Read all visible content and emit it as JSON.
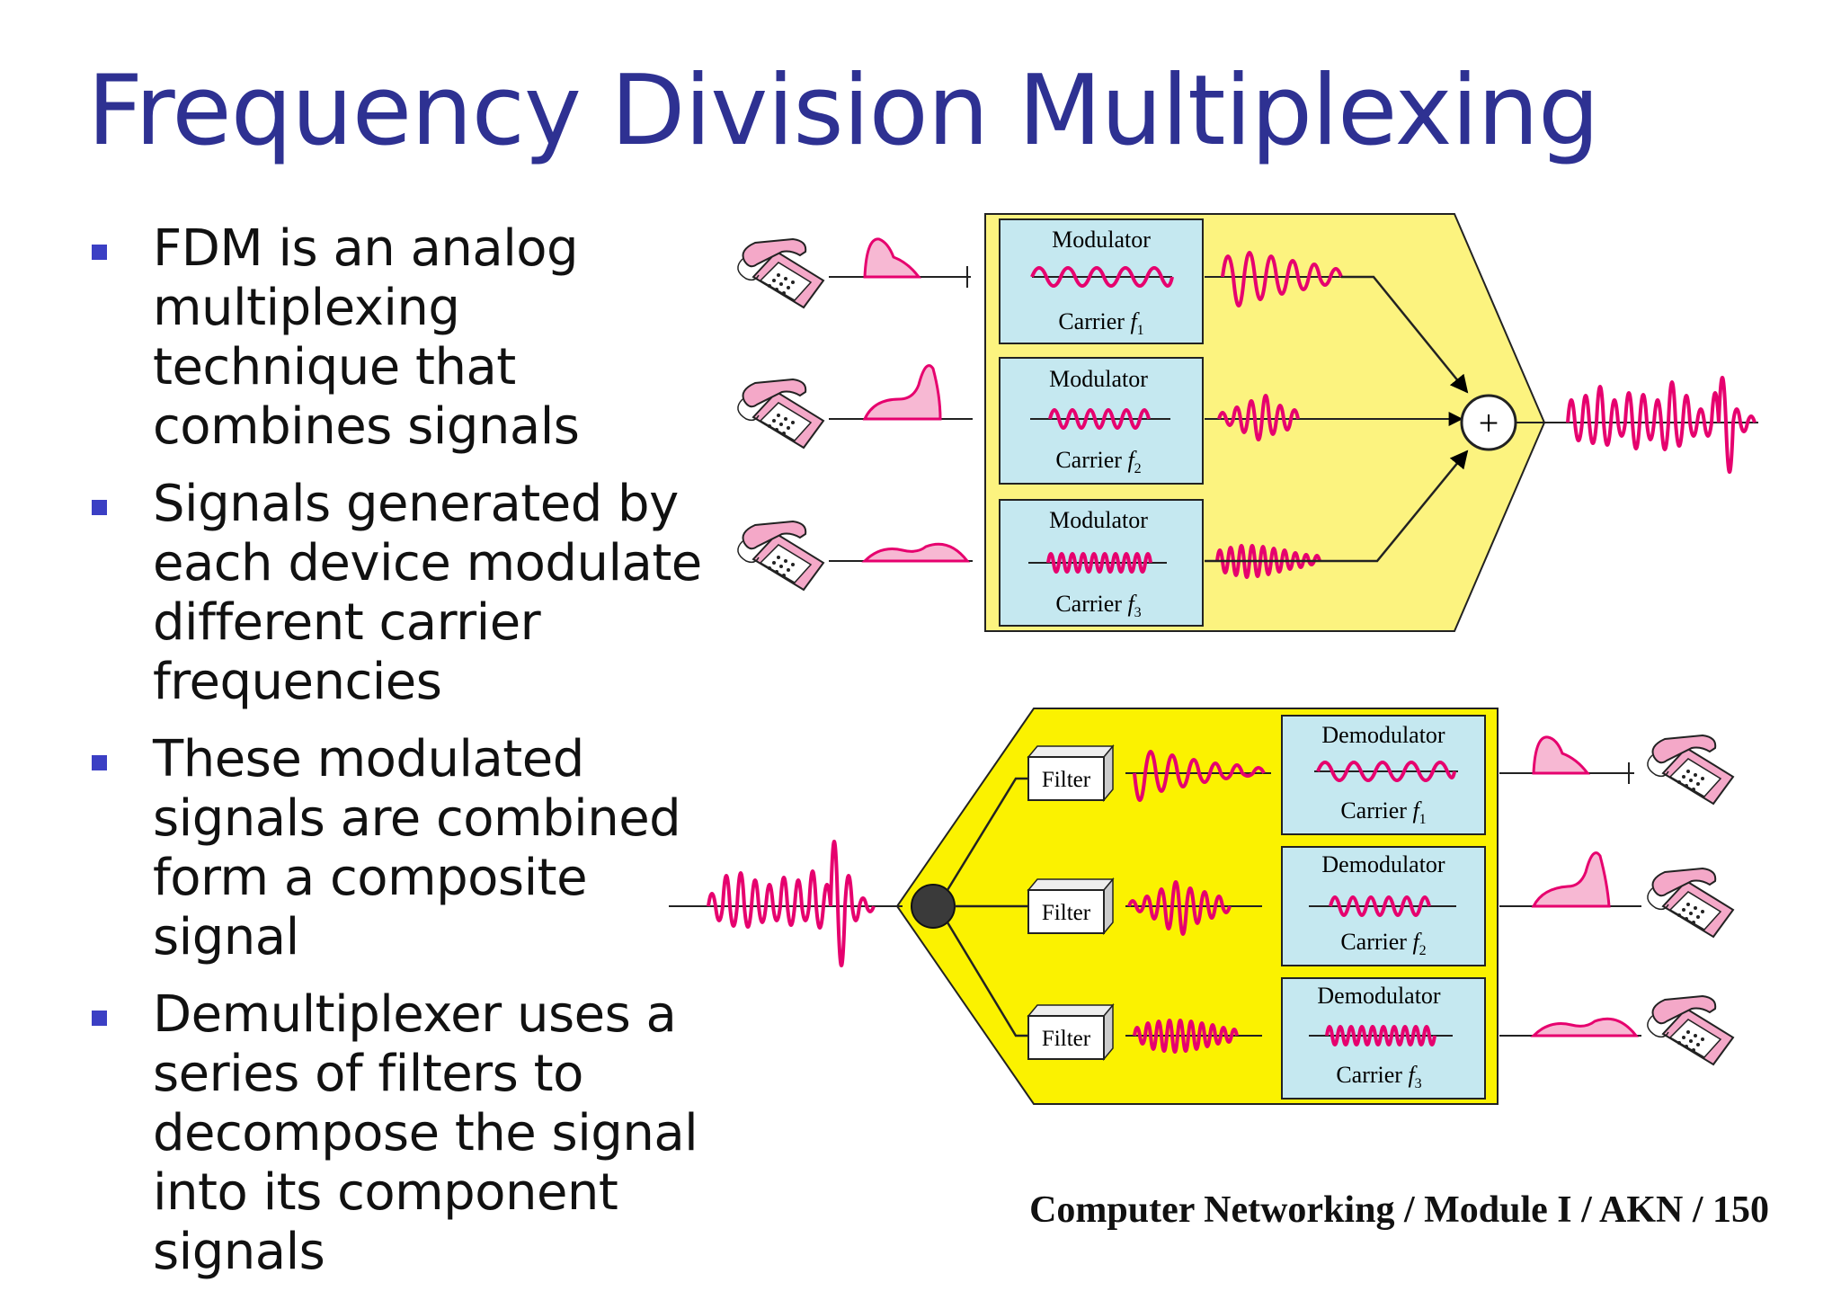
{
  "slide": {
    "title": "Frequency Division Multiplexing",
    "bullets": [
      "FDM is an analog multiplexing technique that combines signals",
      "Signals generated by each device modulate different carrier frequencies",
      "These modulated signals are combined form a composite signal",
      "Demultiplexer uses a series of filters to decompose the signal into its component signals"
    ],
    "footer": "Computer Networking / Module I / AKN / 150"
  },
  "diagram": {
    "colors": {
      "mux_body": "#fcf37f",
      "demux_body": "#fbf200",
      "box_fill": "#c5e8f0",
      "signal": "#e6006e",
      "signal_fill": "#f7b8d3",
      "phone": "#f4a8c8"
    },
    "multiplexer": {
      "modulators": [
        {
          "label": "Modulator",
          "carrier": "Carrier",
          "freq": "f",
          "sub": "1"
        },
        {
          "label": "Modulator",
          "carrier": "Carrier",
          "freq": "f",
          "sub": "2"
        },
        {
          "label": "Modulator",
          "carrier": "Carrier",
          "freq": "f",
          "sub": "3"
        }
      ],
      "adder_symbol": "+"
    },
    "demultiplexer": {
      "filters": [
        "Filter",
        "Filter",
        "Filter"
      ],
      "demodulators": [
        {
          "label": "Demodulator",
          "carrier": "Carrier",
          "freq": "f",
          "sub": "1"
        },
        {
          "label": "Demodulator",
          "carrier": "Carrier",
          "freq": "f",
          "sub": "2"
        },
        {
          "label": "Demodulator",
          "carrier": "Carrier",
          "freq": "f",
          "sub": "3"
        }
      ]
    }
  }
}
